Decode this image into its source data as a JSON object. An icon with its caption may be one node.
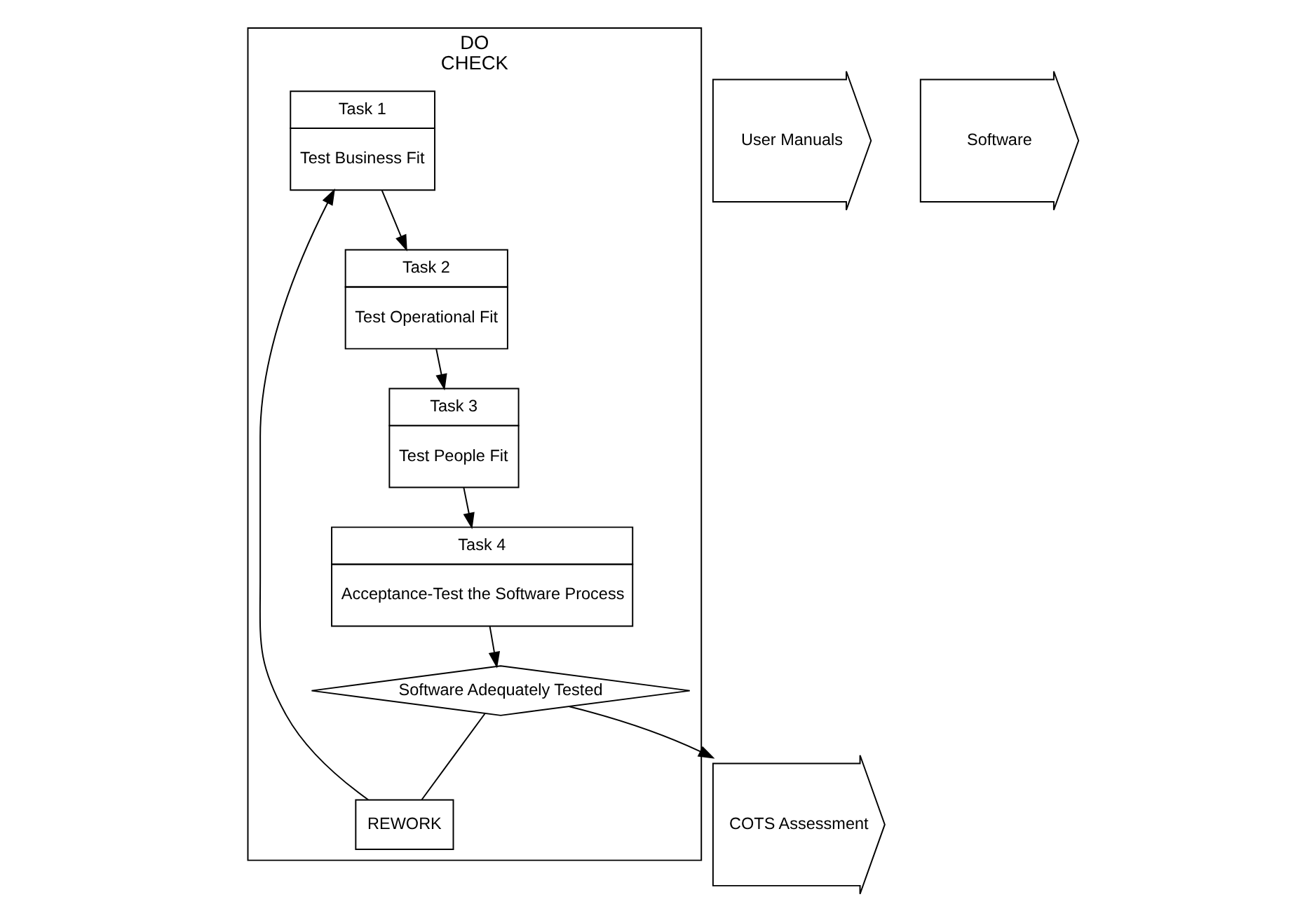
{
  "diagram": {
    "nodes": [
      {
        "text": [
          "DO",
          "CHECK"
        ]
      },
      {
        "text": [
          "User Manuals"
        ]
      },
      {
        "text": [
          "Software"
        ]
      },
      {
        "text": [
          "Task 1",
          "Test Business Fit"
        ],
        "in": 0
      },
      {
        "text": [
          "Task 2",
          "Test Operational Fit"
        ],
        "in": 0
      },
      {
        "text": [
          "Task 3",
          "Test People Fit"
        ],
        "in": 0
      },
      {
        "text": [
          "Task 4",
          "Acceptance-Test the Software Process"
        ],
        "in": 0
      },
      {
        "text": [
          "REWORK"
        ],
        "in": 0
      },
      {
        "text": [
          "Software Adequately Tested"
        ],
        "in": 0
      },
      {
        "text": [
          "COTS Assessment"
        ]
      }
    ],
    "edges": [
      {
        "from": 7,
        "to": 3,
        "arrow": "to"
      },
      {
        "from": 3,
        "to": 4,
        "arrow": "to"
      },
      {
        "from": 4,
        "to": 5,
        "arrow": "to"
      },
      {
        "from": 5,
        "to": 6,
        "arrow": "to"
      },
      {
        "from": 6,
        "to": 8,
        "arrow": "to"
      },
      {
        "from": 8,
        "to": 7,
        "arrow": "none"
      },
      {
        "from": 8,
        "to": 9,
        "arrow": "to"
      }
    ]
  }
}
